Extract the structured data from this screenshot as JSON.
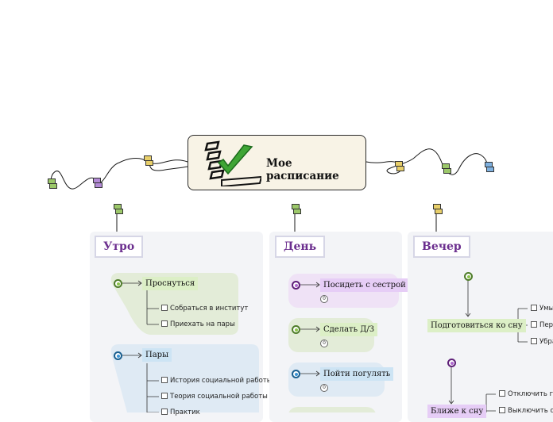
{
  "central": {
    "title": "Мое расписание",
    "icon": "checklist-icon"
  },
  "colors": {
    "panel_title": "#6b2e8e",
    "green": "#dcefc6",
    "blue": "#cde4f4",
    "purple": "#e6cdf6"
  },
  "columns": [
    {
      "title": "Утро",
      "topics": [
        {
          "label": "Проснуться",
          "tasks": [
            "Собраться в институт",
            "Приехать на пары"
          ]
        },
        {
          "label": "Пары",
          "tasks": [
            "История социальной работы",
            "Теория социальной работы",
            "Практик"
          ]
        }
      ]
    },
    {
      "title": "День",
      "topics": [
        {
          "label": "Посидеть с сестрой",
          "count": "0"
        },
        {
          "label": "Сделать Д/З",
          "count": "0"
        },
        {
          "label": "Пойти погулять",
          "count": "0"
        }
      ]
    },
    {
      "title": "Вечер",
      "topics": [
        {
          "label": "Подготовиться ко сну",
          "tasks": [
            "Умы",
            "Пере",
            "Убра"
          ]
        },
        {
          "label": "Ближе к сну",
          "tasks": [
            "Отключить гадж",
            "Выключить свет"
          ]
        }
      ]
    }
  ]
}
